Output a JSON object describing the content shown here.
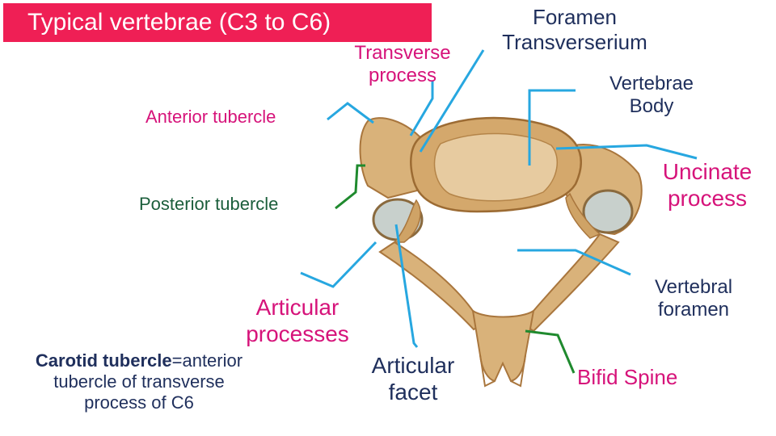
{
  "title": "Typical vertebrae (C3 to C6)",
  "labels": {
    "foramen_transverserium": [
      "Foramen",
      "Transverserium"
    ],
    "transverse_process": [
      "Transverse",
      "process"
    ],
    "vertebrae_body": [
      "Vertebrae",
      "Body"
    ],
    "anterior_tubercle": "Anterior tubercle",
    "uncinate_process": [
      "Uncinate",
      "process"
    ],
    "posterior_tubercle": "Posterior tubercle",
    "vertebral_foramen": [
      "Vertebral",
      "foramen"
    ],
    "articular_processes": [
      "Articular",
      "processes"
    ],
    "carotid_tubercle": {
      "bold": "Carotid tubercle",
      "rest_line1": "=anterior",
      "line2": "tubercle of transverse",
      "line3": "process of C6"
    },
    "articular_facet": [
      "Articular",
      "facet"
    ],
    "bifid_spine": "Bifid Spine"
  },
  "colors": {
    "title_bg": "#ef1f55",
    "title_text": "#ffffff",
    "magenta": "#d6137a",
    "navy": "#1f2f5c",
    "green_label": "#1b5e3b",
    "pointer_blue": "#27a7e0",
    "pointer_green": "#1f8a2e",
    "bone": "#d9b27a",
    "bone_dark": "#a9763d",
    "cartilage": "#c8d0cc"
  }
}
